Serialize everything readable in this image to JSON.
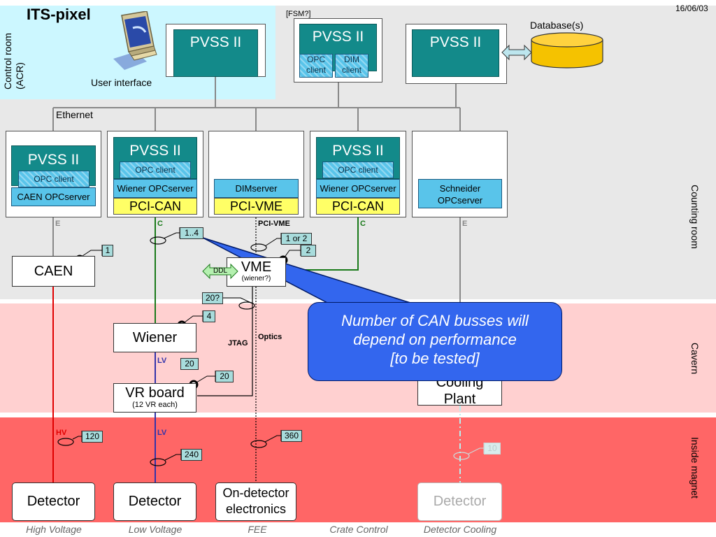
{
  "header": {
    "title": "ITS-pixel",
    "date": "16/06/03",
    "control_room": "Control room\n(ACR)",
    "user_interface": "User interface",
    "fsm": "[FSM?]",
    "database": "Database(s)",
    "ethernet": "Ethernet"
  },
  "zones": {
    "counting_room": "Counting room",
    "cavern": "Cavern",
    "inside_magnet": "Inside magnet"
  },
  "top_row": {
    "pvss1": "PVSS II",
    "pvss2": "PVSS II",
    "pvss2_opc": "OPC\nclient",
    "pvss2_dim": "DIM\nclient",
    "pvss3": "PVSS II"
  },
  "crates": {
    "c1_pvss": "PVSS II",
    "c1_opc": "OPC client",
    "c1_server": "CAEN OPCserver",
    "c2_pvss": "PVSS II",
    "c2_opc": "OPC client",
    "c2_server": "Wiener OPCserver",
    "c2_bus": "PCI-CAN",
    "c3_server": "DIMserver",
    "c3_bus": "PCI-VME",
    "c4_pvss": "PVSS II",
    "c4_opc": "OPC client",
    "c4_server": "Wiener OPCserver",
    "c4_bus": "PCI-CAN",
    "c5_server": "Schneider\nOPCserver"
  },
  "links": {
    "e1": "E",
    "c1": "C",
    "pcivme": "PCI-VME",
    "c2": "C",
    "e2": "E",
    "jtag": "JTAG",
    "optics": "Optics",
    "lv1": "LV",
    "lv2": "LV",
    "hv": "HV",
    "ddl": "DDL"
  },
  "devices": {
    "caen": "CAEN",
    "vme": "VME",
    "vme_sub": "(wiener?)",
    "wiener": "Wiener",
    "vr_board": "VR board",
    "vr_sub": "(12 VR each)",
    "cooling": "Cooling\nPlant"
  },
  "counts": {
    "caen": "1",
    "can_busses": "1..4",
    "vme_link": "1 or 2",
    "vme": "2",
    "jtag": "20?",
    "wiener": "4",
    "lv_wiener": "20",
    "vr": "20",
    "hv": "120",
    "lv": "240",
    "fee": "360",
    "cooling": "10"
  },
  "bottom_boxes": {
    "det1": "Detector",
    "det2": "Detector",
    "fee": "On-detector\nelectronics",
    "det3": "Detector"
  },
  "footer": {
    "hv": "High Voltage",
    "lv": "Low Voltage",
    "fee": "FEE",
    "crate": "Crate Control",
    "cooling": "Detector Cooling"
  },
  "callout": {
    "text": "Number of CAN busses will\ndepend on performance\n[to be tested]"
  },
  "colors": {
    "pvss": "#138a8a",
    "hv_line": "#e00000",
    "can_line": "#1a7a1a",
    "lv_line": "#3333aa",
    "callout": "#3366ee",
    "control_room_bg": "#ccf7ff",
    "cavern_bg": "#ffd0d0",
    "magnet_bg": "#ff6666"
  }
}
